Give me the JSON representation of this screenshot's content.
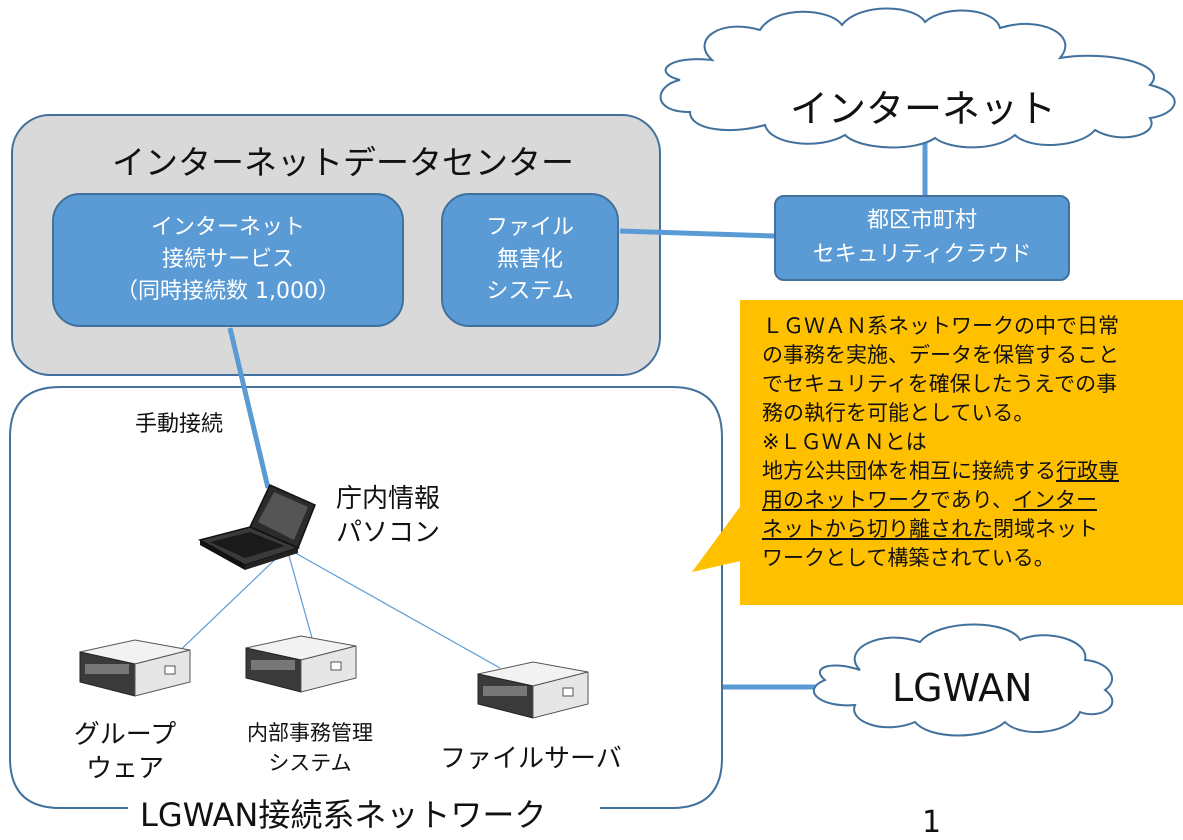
{
  "diagram": {
    "internet_cloud": "インターネット",
    "datacenter": {
      "title": "インターネットデータセンター",
      "service": {
        "line1": "インターネット",
        "line2": "接続サービス",
        "line3": "（同時接続数 1,000）"
      },
      "sanitize": {
        "line1": "ファイル",
        "line2": "無害化",
        "line3": "システム"
      }
    },
    "security_cloud": {
      "line1": "都区市町村",
      "line2": "セキュリティクラウド"
    },
    "manual_connection": "手動接続",
    "pc": {
      "line1": "庁内情報",
      "line2": "パソコン"
    },
    "servers": [
      {
        "line1": "グループ",
        "line2": "ウェア"
      },
      {
        "line1": "内部事務管理",
        "line2": "システム"
      },
      {
        "line1": "ファイルサーバ",
        "line2": ""
      }
    ],
    "lgwan_cloud": "LGWAN",
    "lgwan_network_label": "LGWAN接続系ネットワーク",
    "callout": {
      "l1": "ＬＧＷＡＮ系ネットワークの中で日常",
      "l2": "の事務を実施、データを保管すること",
      "l3": "でセキュリティを確保したうえでの事",
      "l4": "務の執行を可能としている。",
      "l5": "※ＬＧＷＡＮとは",
      "l6a": "地方公共団体を相互に接続する",
      "l6b": "行政専",
      "l7a": "用のネットワーク",
      "l7b": "であり、",
      "l7c": "インター",
      "l8a": "ネットから切り離された",
      "l8b": "閉域ネット",
      "l9": "ワークとして構築されている。"
    },
    "page_number": "1"
  },
  "colors": {
    "box_fill": "#5b9bd5",
    "box_border": "#41719c",
    "container_fill": "#d9d9d9",
    "callout_fill": "#ffc000"
  }
}
